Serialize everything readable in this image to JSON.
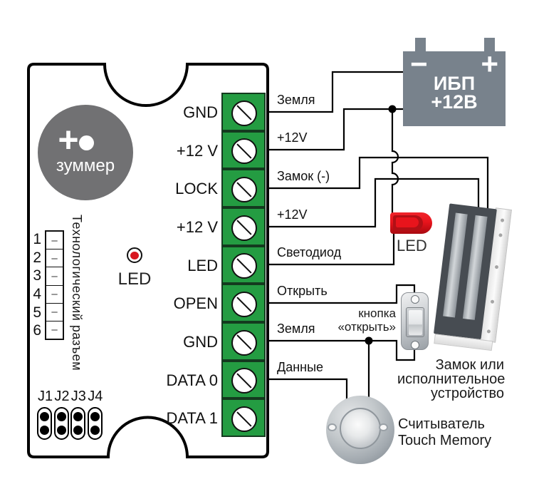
{
  "board": {
    "buzzer": {
      "plus_symbol": "+",
      "label": "зуммер"
    },
    "tech_connector": {
      "label": "Технологический разъем",
      "pin_numbers": [
        "1",
        "2",
        "3",
        "4",
        "5",
        "6"
      ],
      "pin_symbol": "–"
    },
    "status_led": {
      "label": "LED"
    },
    "jumpers": [
      "J1",
      "J2",
      "J3",
      "J4"
    ],
    "terminals": [
      "GND",
      "+12 V",
      "LOCK",
      "+12 V",
      "LED",
      "OPEN",
      "GND",
      "DATA 0",
      "DATA 1"
    ]
  },
  "wire_labels": [
    "Земля",
    "+12V",
    "Замок (-)",
    "+12V",
    "Светодиод",
    "Открыть",
    "Земля",
    "Данные"
  ],
  "ups": {
    "minus_symbol": "−",
    "plus_symbol": "+",
    "name": "ИБП",
    "voltage": "+12В"
  },
  "external_led": {
    "label": "LED"
  },
  "open_button": {
    "caption": [
      "кнопка",
      "«открыть»"
    ]
  },
  "lock": {
    "caption": [
      "Замок или",
      "исполнительное",
      "устройство"
    ]
  },
  "reader": {
    "caption": [
      "Считыватель",
      "Touch Memory"
    ]
  },
  "colors": {
    "terminal_green": "#249c42",
    "terminal_border": "#143a1f",
    "ups_gray": "#78828c",
    "buzzer_gray": "#717173",
    "led_red": "#e8141c",
    "led_red_dark": "#b11016",
    "board_led_red": "#d8161f",
    "wire_black": "#000000",
    "lock_face_dark": "#474c52"
  }
}
